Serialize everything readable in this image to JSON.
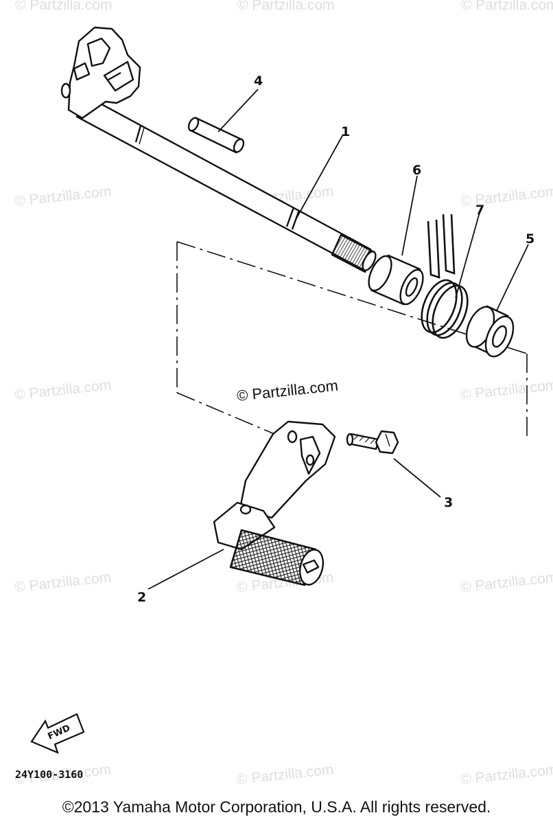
{
  "watermark": "© Partzilla.com",
  "callouts": {
    "c1": "1",
    "c2": "2",
    "c3": "3",
    "c4": "4",
    "c5": "5",
    "c6": "6",
    "c7": "7"
  },
  "fwd_label": "FWD",
  "part_code": "24Y100-3160",
  "copyright": "©2013 Yamaha Motor Corporation, U.S.A. All rights reserved."
}
